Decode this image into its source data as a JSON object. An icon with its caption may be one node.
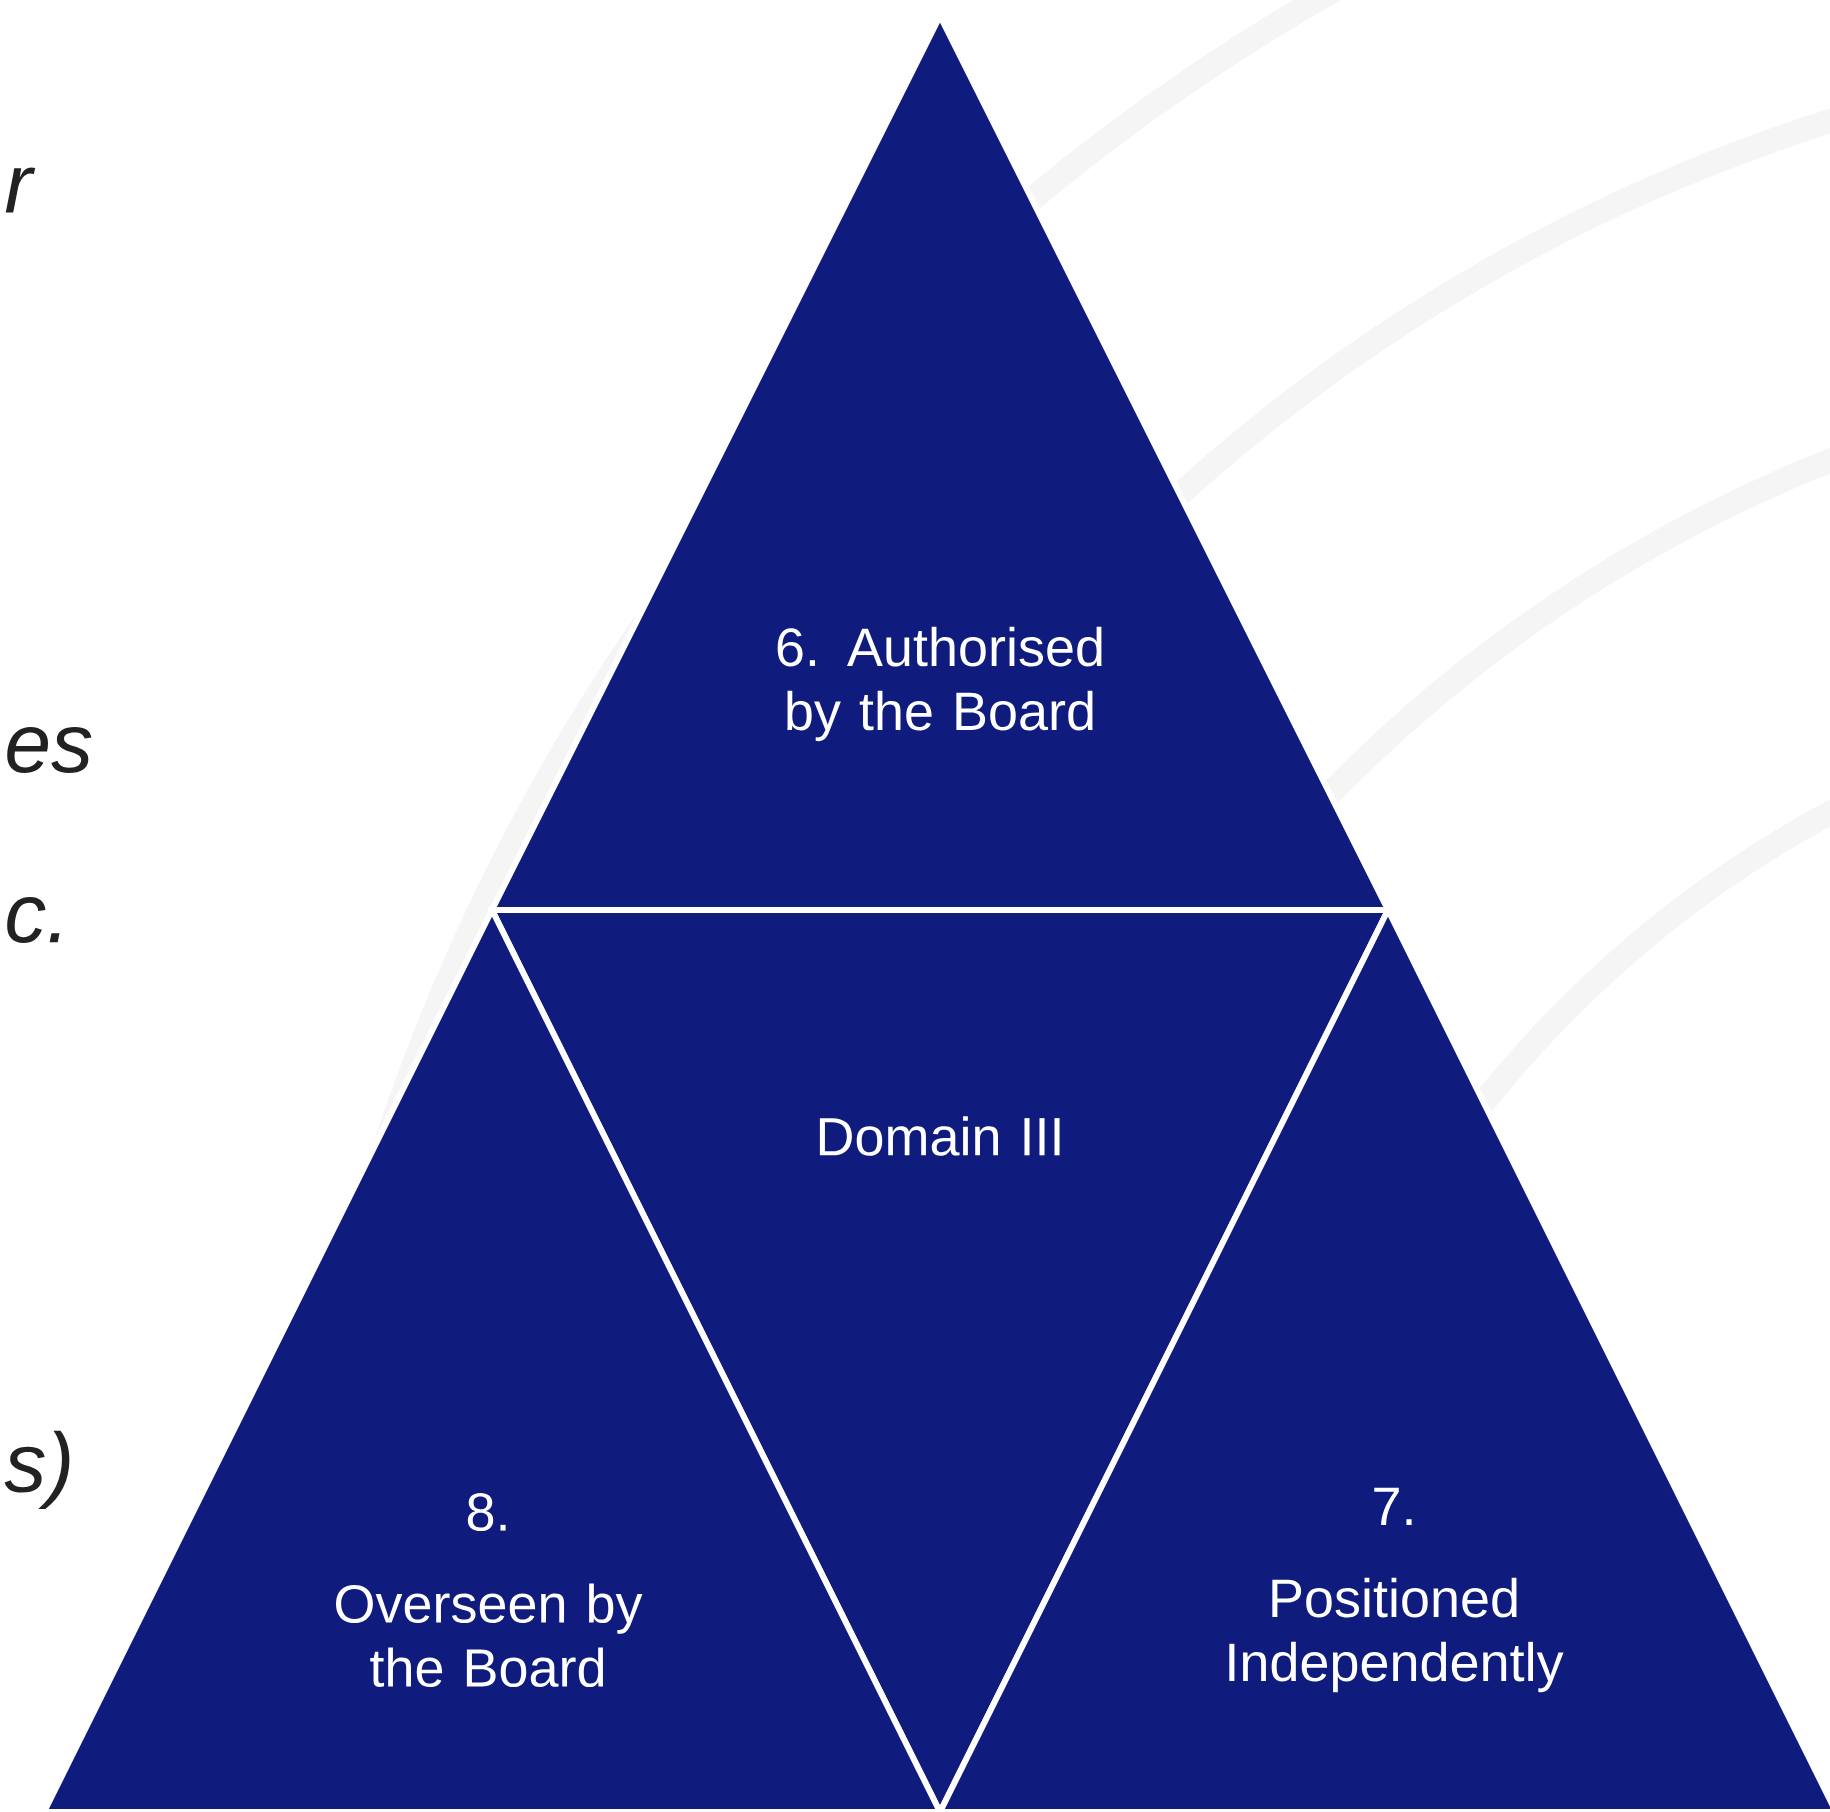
{
  "diagram": {
    "nodes": [
      {
        "text": [
          "6. Authorised by the Board"
        ]
      },
      {
        "text": [
          "Domain III"
        ]
      },
      {
        "text": [
          "8.",
          "Overseen by the Board"
        ]
      },
      {
        "text": [
          "7.",
          "Positioned Independently"
        ]
      }
    ],
    "labels": [
      "r",
      "es",
      "c.",
      "s)"
    ]
  }
}
